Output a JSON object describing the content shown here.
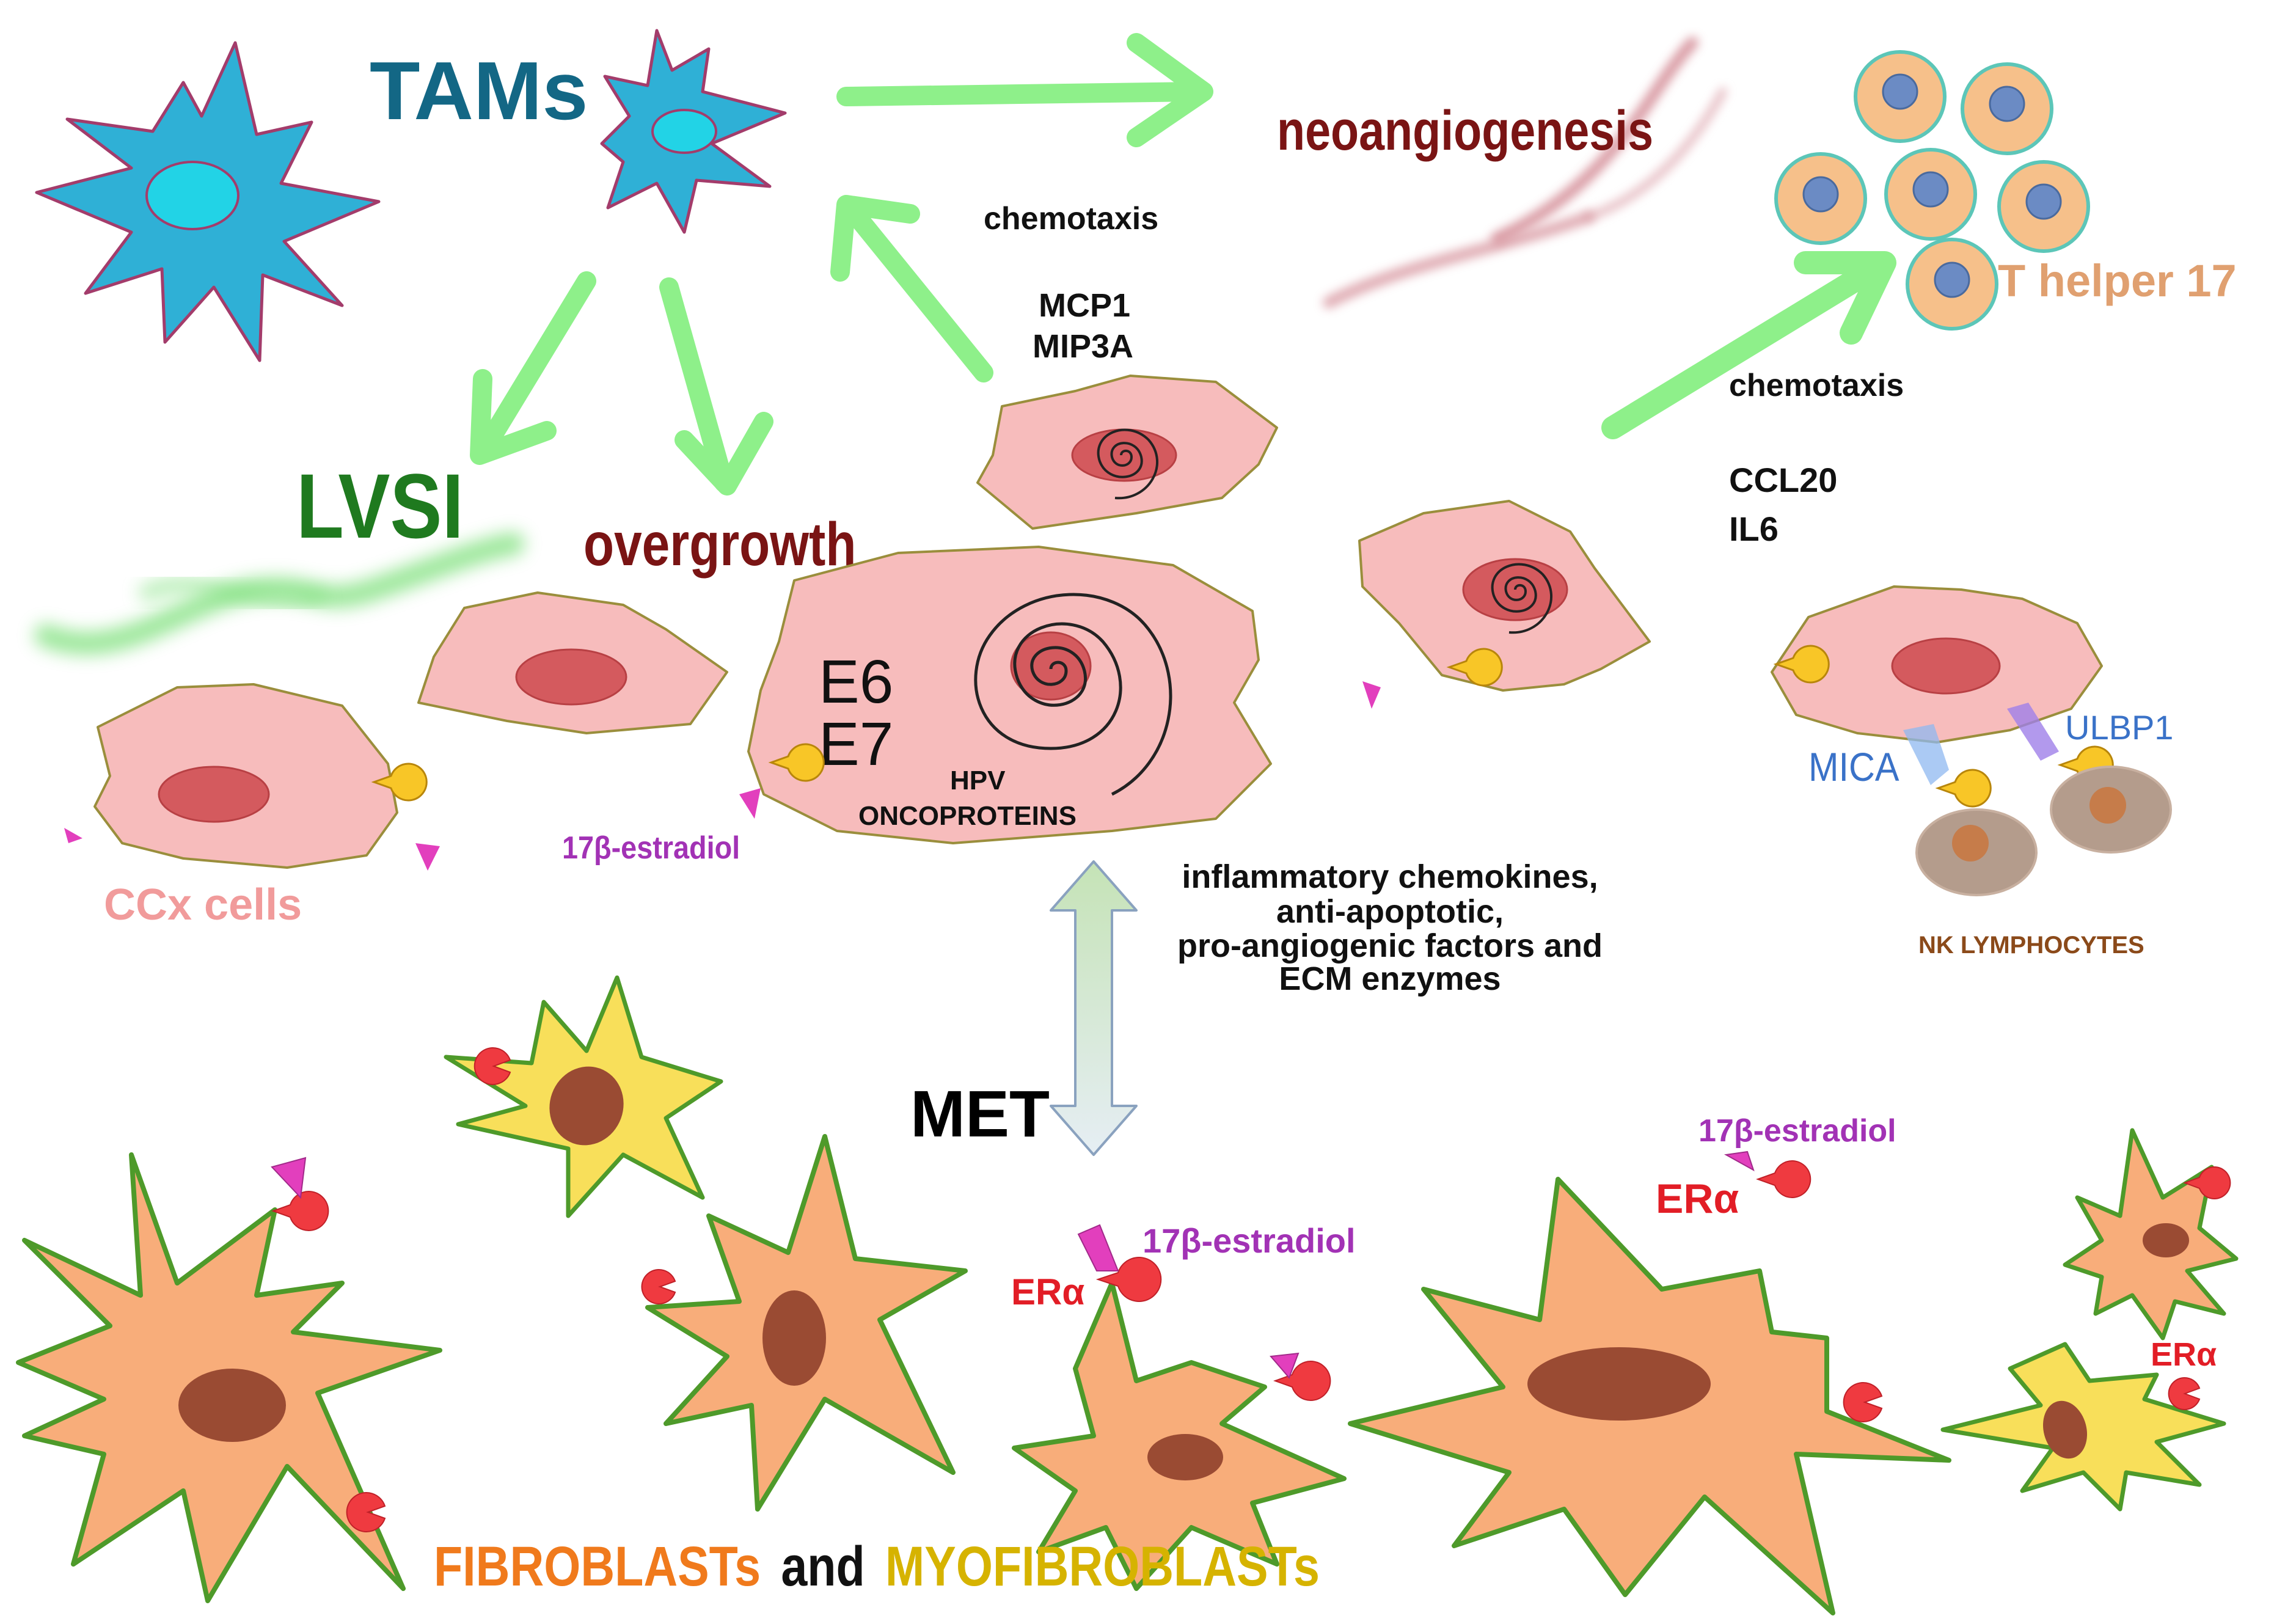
{
  "labels": {
    "tams": "TAMs",
    "neoangiogenesis": "neoangiogenesis",
    "chemotaxis_top": "chemotaxis",
    "mcp1": "MCP1",
    "mip3a": "MIP3A",
    "t_helper_17": "T helper 17",
    "chemotaxis_right": "chemotaxis",
    "ccl20": "CCL20",
    "il6": "IL6",
    "lvsi": "LVSI",
    "overgrowth": "overgrowth",
    "e6": "E6",
    "e7": "E7",
    "hpv": "HPV",
    "oncoproteins": "ONCOPROTEINS",
    "estradiol_left": "17β-estradiol",
    "ccx_cells": "CCx cells",
    "mica": "MICA",
    "ulbp1": "ULBP1",
    "nk_lymphocytes": "NK LYMPHOCYTES",
    "inflammatory_line1": "inflammatory chemokines,",
    "inflammatory_line2": "anti-apoptotic,",
    "inflammatory_line3": "pro-angiogenic factors and",
    "inflammatory_line4": "ECM enzymes",
    "met": "MET",
    "estradiol_mid": "17β-estradiol",
    "era_mid": "ERα",
    "estradiol_right": "17β-estradiol",
    "era_right": "ERα",
    "era_far_right": "ERα",
    "fibroblasts": "FIBROBLASTs",
    "and": "and",
    "myofibroblasts": "MYOFIBROBLASTs"
  },
  "colors": {
    "tam_fill": "#2fb0d6",
    "tam_nucleus": "#22d3e6",
    "arrow_green": "#8ef08a",
    "ccx_fill": "#f7bcbc",
    "ccx_nucleus": "#d45a5e",
    "fibroblast_fill": "#f8ad7a",
    "fibroblast_nucleus": "#9a4b33",
    "myofibroblast_fill": "#f8df5a",
    "cell_outline": "#4e9a2a",
    "receptor_red": "#ef3a40",
    "estradiol_magenta": "#e23fbd",
    "yellow_receptor": "#f8c627",
    "th17_fill": "#f6c08a",
    "th17_nucleus": "#6b8bc4",
    "nk_fill": "#b49c8c",
    "lvsi_text": "#1f7a1f",
    "overgrowth_text": "#7a1414",
    "neoangiogenesis_text": "#7a1414",
    "tams_text": "#136785",
    "ccx_text": "#f19b9b",
    "th17_text": "#e0a070",
    "mica_text": "#3a72c8",
    "nk_text": "#8b4a1a",
    "estradiol_text": "#a232b5",
    "era_text": "#e21d26",
    "fibro_text": "#f07a1c",
    "myofibro_text": "#d6b300"
  }
}
